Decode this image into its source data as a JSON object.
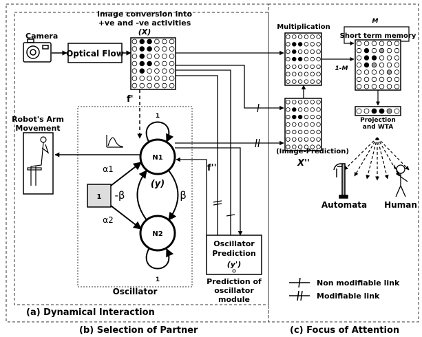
{
  "labels": {
    "camera": "Camera",
    "optical_flow": "Optical Flow",
    "image_conversion_line1": "Image conversion into",
    "image_conversion_line2": "+ve and -ve activities",
    "x_var": "(X)",
    "multiplication": "Multiplication",
    "m_label": "M",
    "stm": "Short term memory",
    "one_minus_m": "1-M",
    "projection_line1": "Projection",
    "projection_line2": "and WTA",
    "image_prediction": "(Image-Prediction)",
    "x_double_prime": "X''",
    "robot_arm_line1": "Robot's Arm",
    "robot_arm_line2": "Movement",
    "f_prime": "f'",
    "f_double_prime": "f''",
    "n1": "N1",
    "n2": "N2",
    "y_var": "(y)",
    "one_const": "1",
    "loop_top": "1",
    "loop_bottom": "1",
    "alpha1": "α1",
    "alpha2": "α2",
    "minus_beta": "-β",
    "beta": "β",
    "oscillator": "Oscillator",
    "osc_pred_line1": "Oscillator",
    "osc_pred_line2": "Prediction",
    "y_prime": "(y')",
    "pred_module_line1": "Prediction of",
    "pred_module_line2": "oscillator",
    "pred_module_line3": "module",
    "automata": "Automata",
    "human": "Human",
    "legend_non_modifiable": "Non modifiable link",
    "legend_modifiable": "Modifiable link",
    "dynamical_interaction": "(a) Dynamical Interaction",
    "selection_of_partner": "(b) Selection of Partner",
    "focus_of_attention": "(c) Focus of Attention"
  }
}
